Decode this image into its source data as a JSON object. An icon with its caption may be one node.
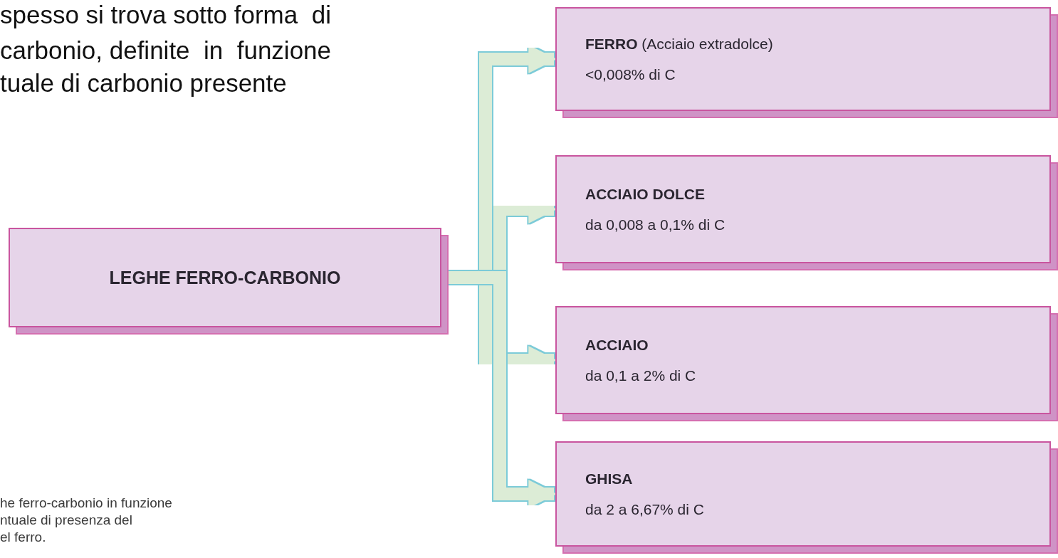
{
  "diagram": {
    "nodes": [
      {
        "text": [
          "LEGHE FERRO-CARBONIO"
        ]
      },
      {
        "text": [
          "**FERRO** (Acciaio extradolce)",
          "<0,008% di C"
        ]
      },
      {
        "text": [
          "**ACCIAIO DOLCE**",
          "da 0,008 a 0,1% di C"
        ]
      },
      {
        "text": [
          "**ACCIAIO**",
          "da 0,1 a 2% di C"
        ]
      },
      {
        "text": [
          "**GHISA**",
          "da 2 a 6,67% di C"
        ]
      }
    ],
    "edges": [
      {
        "from": 0,
        "to": 1,
        "arrow": "to"
      },
      {
        "from": 0,
        "to": 2,
        "arrow": "to"
      },
      {
        "from": 0,
        "to": 3,
        "arrow": "to"
      },
      {
        "from": 0,
        "to": 4,
        "arrow": "to"
      }
    ],
    "labels": [
      "spesso si trova sotto forma  di",
      "carbonio, definite  in  funzione",
      "tuale di carbonio presente",
      "he ferro-carbonio in funzione",
      "ntuale di presenza del",
      "el ferro."
    ]
  }
}
